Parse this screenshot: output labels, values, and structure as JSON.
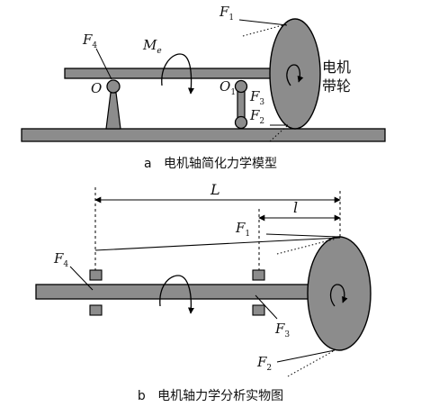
{
  "diagram_a": {
    "caption": "a   电机轴简化力学模型",
    "labels": {
      "F1": {
        "main": "F",
        "sub": "1"
      },
      "F2": {
        "main": "F",
        "sub": "2"
      },
      "F3": {
        "main": "F",
        "sub": "3"
      },
      "F4": {
        "main": "F",
        "sub": "4"
      },
      "Me": {
        "main": "M",
        "sub": "e"
      },
      "O": {
        "main": "O",
        "sub": ""
      },
      "O1": {
        "main": "O",
        "sub": "1"
      },
      "motor_pulley_line1": "电机",
      "motor_pulley_line2": "带轮"
    }
  },
  "diagram_b": {
    "caption": "b   电机轴力学分析实物图",
    "labels": {
      "L": {
        "main": "L",
        "sub": ""
      },
      "l": {
        "main": "l",
        "sub": ""
      },
      "F1": {
        "main": "F",
        "sub": "1"
      },
      "F2": {
        "main": "F",
        "sub": "2"
      },
      "F3": {
        "main": "F",
        "sub": "3"
      },
      "F4": {
        "main": "F",
        "sub": "4"
      }
    }
  },
  "colors": {
    "fill": "#8c8c8c",
    "stroke": "#000000",
    "background": "#ffffff"
  }
}
